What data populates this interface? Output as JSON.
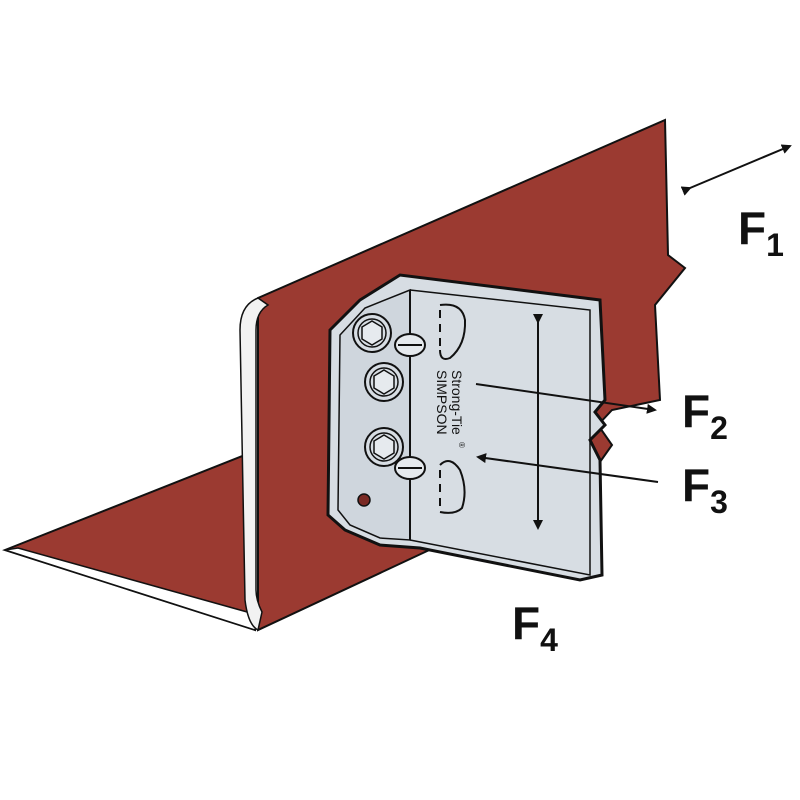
{
  "diagram": {
    "colors": {
      "lumber": "#9b3a31",
      "bracket": "#d7dde3",
      "outline": "#111111"
    },
    "brand_line1": "SIMPSON",
    "brand_line2": "Strong-Tie",
    "brand_mark": "®",
    "forces": [
      {
        "letter": "F",
        "sub": "1"
      },
      {
        "letter": "F",
        "sub": "2"
      },
      {
        "letter": "F",
        "sub": "3"
      },
      {
        "letter": "F",
        "sub": "4"
      }
    ]
  }
}
